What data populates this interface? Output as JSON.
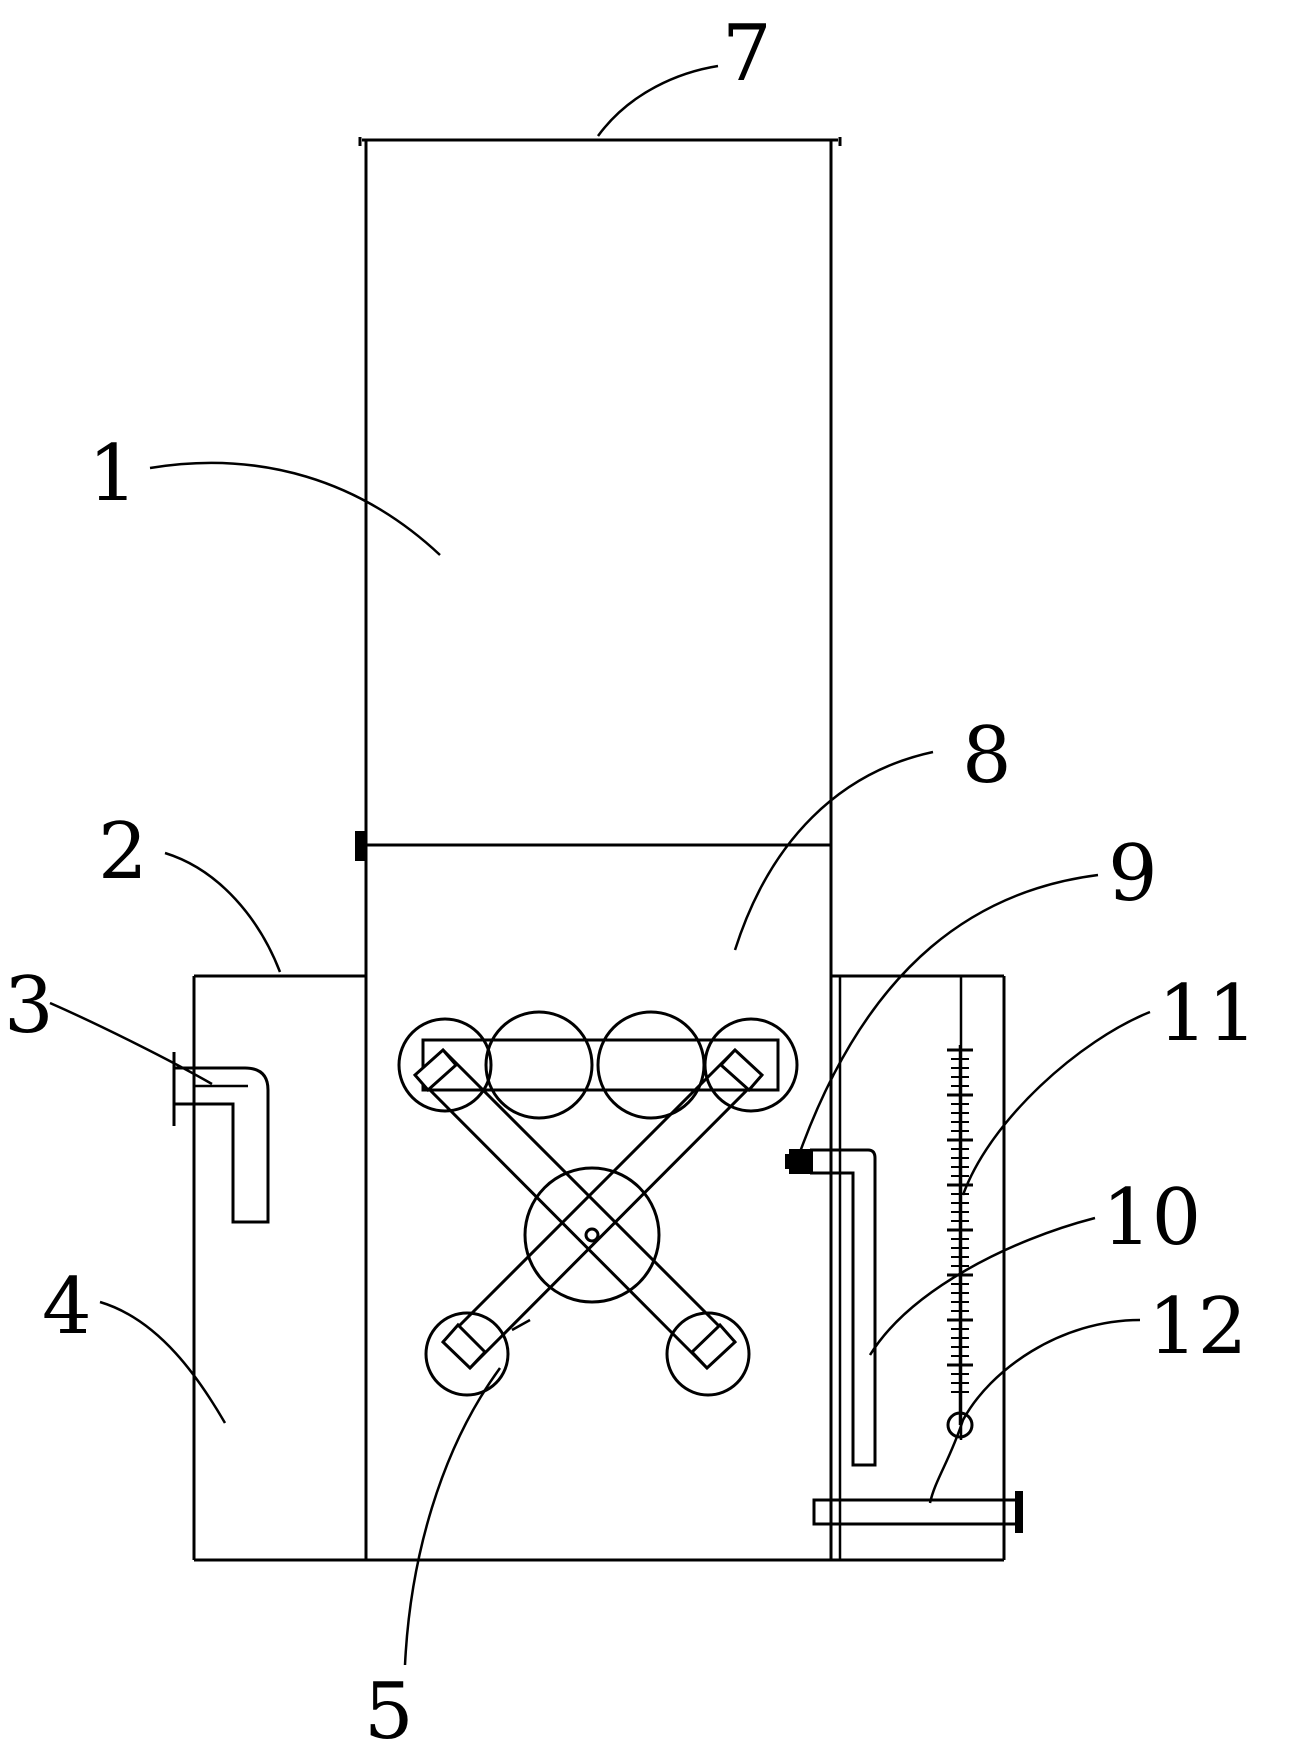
{
  "figure": {
    "callouts": [
      {
        "id": "c7",
        "label": "7"
      },
      {
        "id": "c1",
        "label": "1"
      },
      {
        "id": "c8",
        "label": "8"
      },
      {
        "id": "c2",
        "label": "2"
      },
      {
        "id": "c9",
        "label": "9"
      },
      {
        "id": "c3",
        "label": "3"
      },
      {
        "id": "c11",
        "label": "11"
      },
      {
        "id": "c10",
        "label": "10"
      },
      {
        "id": "c4",
        "label": "4"
      },
      {
        "id": "c12",
        "label": "12"
      },
      {
        "id": "c5",
        "label": "5"
      }
    ]
  }
}
